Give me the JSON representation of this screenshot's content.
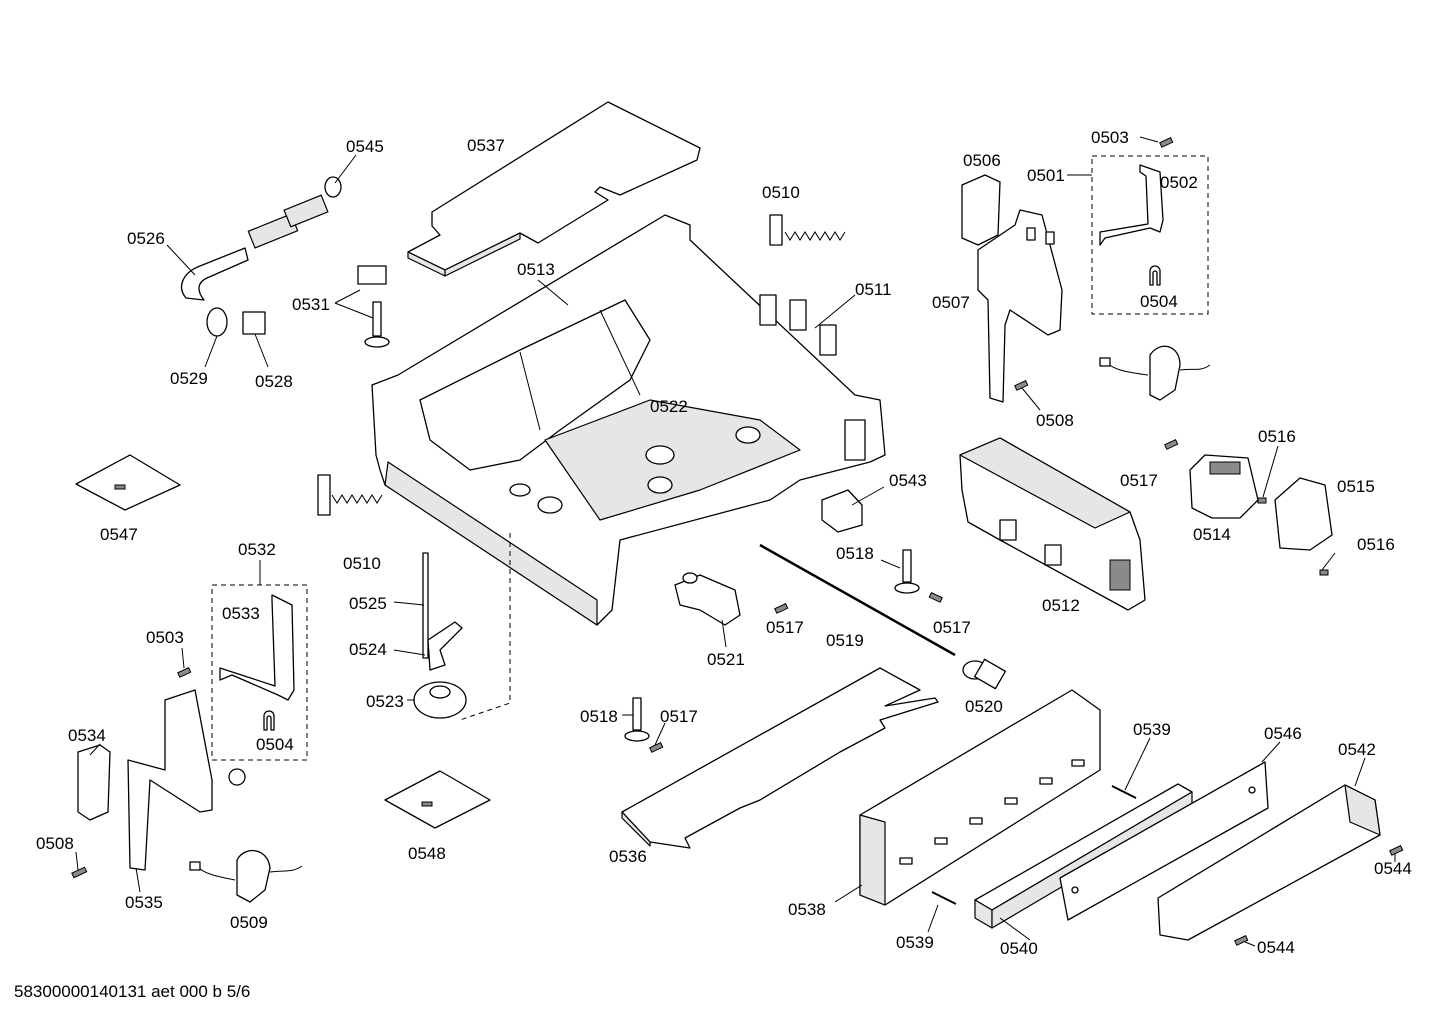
{
  "drawing_id": "58300000140131 aet 000 b 5/6",
  "labels": [
    {
      "id": "0545",
      "text": "0545"
    },
    {
      "id": "0537",
      "text": "0537"
    },
    {
      "id": "0526",
      "text": "0526"
    },
    {
      "id": "0510a",
      "text": "0510"
    },
    {
      "id": "0513",
      "text": "0513"
    },
    {
      "id": "0531",
      "text": "0531"
    },
    {
      "id": "0529",
      "text": "0529"
    },
    {
      "id": "0528",
      "text": "0528"
    },
    {
      "id": "0511",
      "text": "0511"
    },
    {
      "id": "0506",
      "text": "0506"
    },
    {
      "id": "0503a",
      "text": "0503"
    },
    {
      "id": "0501",
      "text": "0501"
    },
    {
      "id": "0502",
      "text": "0502"
    },
    {
      "id": "0507",
      "text": "0507"
    },
    {
      "id": "0504a",
      "text": "0504"
    },
    {
      "id": "0508a",
      "text": "0508"
    },
    {
      "id": "0522",
      "text": "0522"
    },
    {
      "id": "0516a",
      "text": "0516"
    },
    {
      "id": "0517a",
      "text": "0517"
    },
    {
      "id": "0515",
      "text": "0515"
    },
    {
      "id": "0514",
      "text": "0514"
    },
    {
      "id": "0516b",
      "text": "0516"
    },
    {
      "id": "0543",
      "text": "0543"
    },
    {
      "id": "0547",
      "text": "0547"
    },
    {
      "id": "0510b",
      "text": "0510"
    },
    {
      "id": "0532",
      "text": "0532"
    },
    {
      "id": "0518a",
      "text": "0518"
    },
    {
      "id": "0512",
      "text": "0512"
    },
    {
      "id": "0533",
      "text": "0533"
    },
    {
      "id": "0525",
      "text": "0525"
    },
    {
      "id": "0517b",
      "text": "0517"
    },
    {
      "id": "0517c",
      "text": "0517"
    },
    {
      "id": "0519",
      "text": "0519"
    },
    {
      "id": "0503b",
      "text": "0503"
    },
    {
      "id": "0524",
      "text": "0524"
    },
    {
      "id": "0521",
      "text": "0521"
    },
    {
      "id": "0523",
      "text": "0523"
    },
    {
      "id": "0520",
      "text": "0520"
    },
    {
      "id": "0518b",
      "text": "0518"
    },
    {
      "id": "0517d",
      "text": "0517"
    },
    {
      "id": "0534",
      "text": "0534"
    },
    {
      "id": "0504b",
      "text": "0504"
    },
    {
      "id": "0539a",
      "text": "0539"
    },
    {
      "id": "0546",
      "text": "0546"
    },
    {
      "id": "0542",
      "text": "0542"
    },
    {
      "id": "0508b",
      "text": "0508"
    },
    {
      "id": "0535",
      "text": "0535"
    },
    {
      "id": "0548",
      "text": "0548"
    },
    {
      "id": "0536",
      "text": "0536"
    },
    {
      "id": "0509",
      "text": "0509"
    },
    {
      "id": "0538",
      "text": "0538"
    },
    {
      "id": "0544a",
      "text": "0544"
    },
    {
      "id": "0539b",
      "text": "0539"
    },
    {
      "id": "0540",
      "text": "0540"
    },
    {
      "id": "0544b",
      "text": "0544"
    }
  ]
}
